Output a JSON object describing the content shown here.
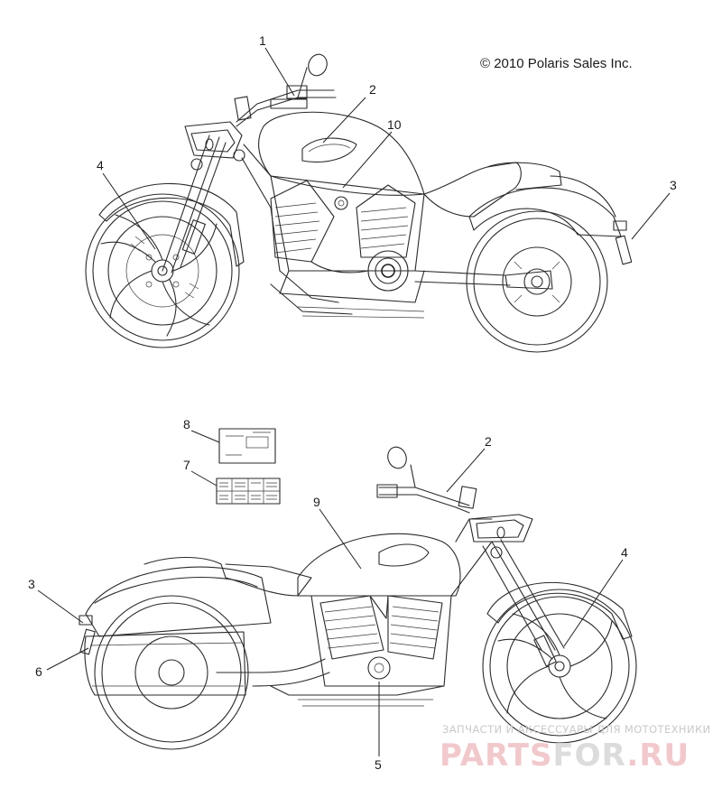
{
  "copyright": "© 2010 Polaris Sales Inc.",
  "watermark": {
    "tagline": "ЗАПЧАСТИ И АКСЕССУАРЫ ДЛЯ МОТОТЕХНИКИ",
    "brand_part1": "PARTS",
    "brand_part2": "FOR",
    "brand_part3": ".RU"
  },
  "callouts": {
    "top_1": "1",
    "top_2": "2",
    "top_10": "10",
    "top_4": "4",
    "top_3": "3",
    "bottom_8": "8",
    "bottom_7": "7",
    "bottom_2": "2",
    "bottom_9": "9",
    "bottom_4": "4",
    "bottom_3": "3",
    "bottom_6": "6",
    "bottom_5": "5"
  },
  "colors": {
    "line": "#2a2a2a",
    "watermark_brand": "#f1c9cc",
    "watermark_text": "#c9c9c9"
  }
}
